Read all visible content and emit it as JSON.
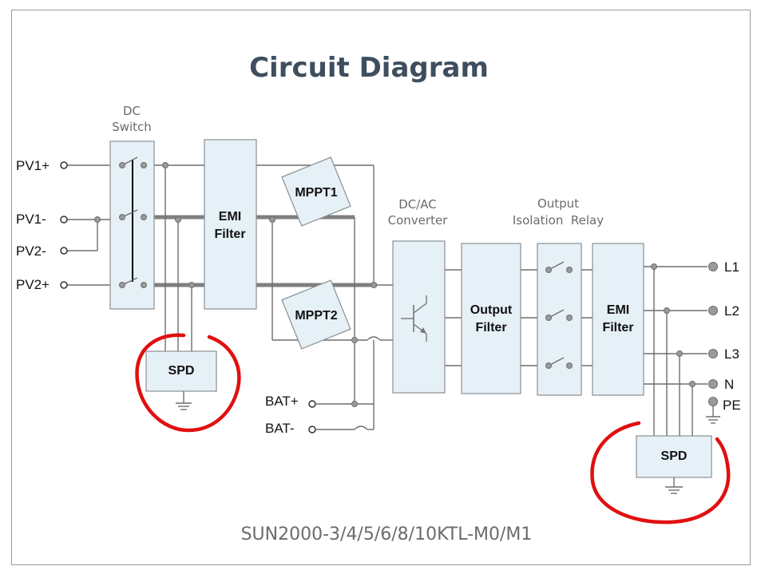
{
  "title": "Circuit Diagram",
  "model": "SUN2000-3/4/5/6/8/10KTL-M0/M1",
  "components": {
    "dc_switch": [
      "DC",
      "Switch"
    ],
    "emi_filter_in": [
      "EMI",
      "Filter"
    ],
    "mppt1": "MPPT1",
    "mppt2": "MPPT2",
    "dcac": [
      "DC/AC",
      "Converter"
    ],
    "output_filter": [
      "Output",
      "Filter"
    ],
    "isolation_relay": [
      "Output",
      "Isolation  Relay"
    ],
    "emi_filter_out": [
      "EMI",
      "Filter"
    ],
    "spd_left": "SPD",
    "spd_right": "SPD"
  },
  "ports": {
    "pv1p": "PV1+",
    "pv1n": "PV1-",
    "pv2n": "PV2-",
    "pv2p": "PV2+",
    "batp": "BAT+",
    "batn": "BAT-",
    "l1": "L1",
    "l2": "L2",
    "l3": "L3",
    "n": "N",
    "pe": "PE"
  },
  "colors": {
    "title": "#3e4e5e",
    "box_fill": "#e6f1f7",
    "annotation": "#e01010"
  }
}
